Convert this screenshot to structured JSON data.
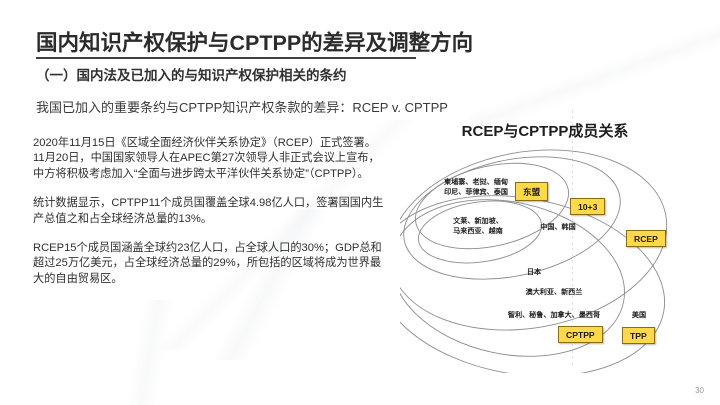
{
  "slide": {
    "title": "国内知识产权保护与CPTPP的差异及调整方向",
    "subtitle": "（一）国内法及已加入的与知识产权保护相关的条约",
    "lead": "我国已加入的重要条约与CPTPP知识产权条款的差异：RCEP v. CPTPP",
    "page_number": "30"
  },
  "body": {
    "paragraphs": [
      "2020年11月15日《区域全面经济伙伴关系协定》（RCEP）正式签署。\n11月20日，中国国家领导人在APEC第27次领导人非正式会议上宣布，中方将积极考虑加入“全面与进步跨太平洋伙伴关系协定”（CPTPP）。",
      "统计数据显示，CPTPP11个成员国覆盖全球4.98亿人口，签署国国内生产总值之和占全球经济总量的13%。",
      "RCEP15个成员国涵盖全球约23亿人口，占全球人口的30%；GDP总和超过25万亿美元，占全球经济总量的29%，所包括的区域将成为世界最大的自由贸易区。"
    ]
  },
  "diagram": {
    "title": "RCEP与CPTPP成员关系",
    "type": "venn-ellipses",
    "accent_color": "#ffd94a",
    "border_color": "#8a6d10",
    "outline_color": "#8c8c8c",
    "groups": [
      {
        "name": "asean-rest",
        "label": "柬埔寨、老挝、缅甸\n印尼、菲律宾、泰国"
      },
      {
        "name": "asean-cptpp",
        "label": "文莱、新加坡、\n马来西亚、越南"
      },
      {
        "name": "china-korea",
        "label": "中国、韩国"
      },
      {
        "name": "japan",
        "label": "日本"
      },
      {
        "name": "oceania",
        "label": "澳大利亚、新西兰"
      },
      {
        "name": "americas",
        "label": "智利、秘鲁、加拿大、墨西哥"
      },
      {
        "name": "usa",
        "label": "美国"
      }
    ],
    "badges": [
      {
        "name": "asean",
        "label": "东盟"
      },
      {
        "name": "ten-plus-three",
        "label": "10+3"
      },
      {
        "name": "rcep",
        "label": "RCEP"
      },
      {
        "name": "cptpp",
        "label": "CPTPP"
      },
      {
        "name": "tpp",
        "label": "TPP"
      }
    ]
  }
}
